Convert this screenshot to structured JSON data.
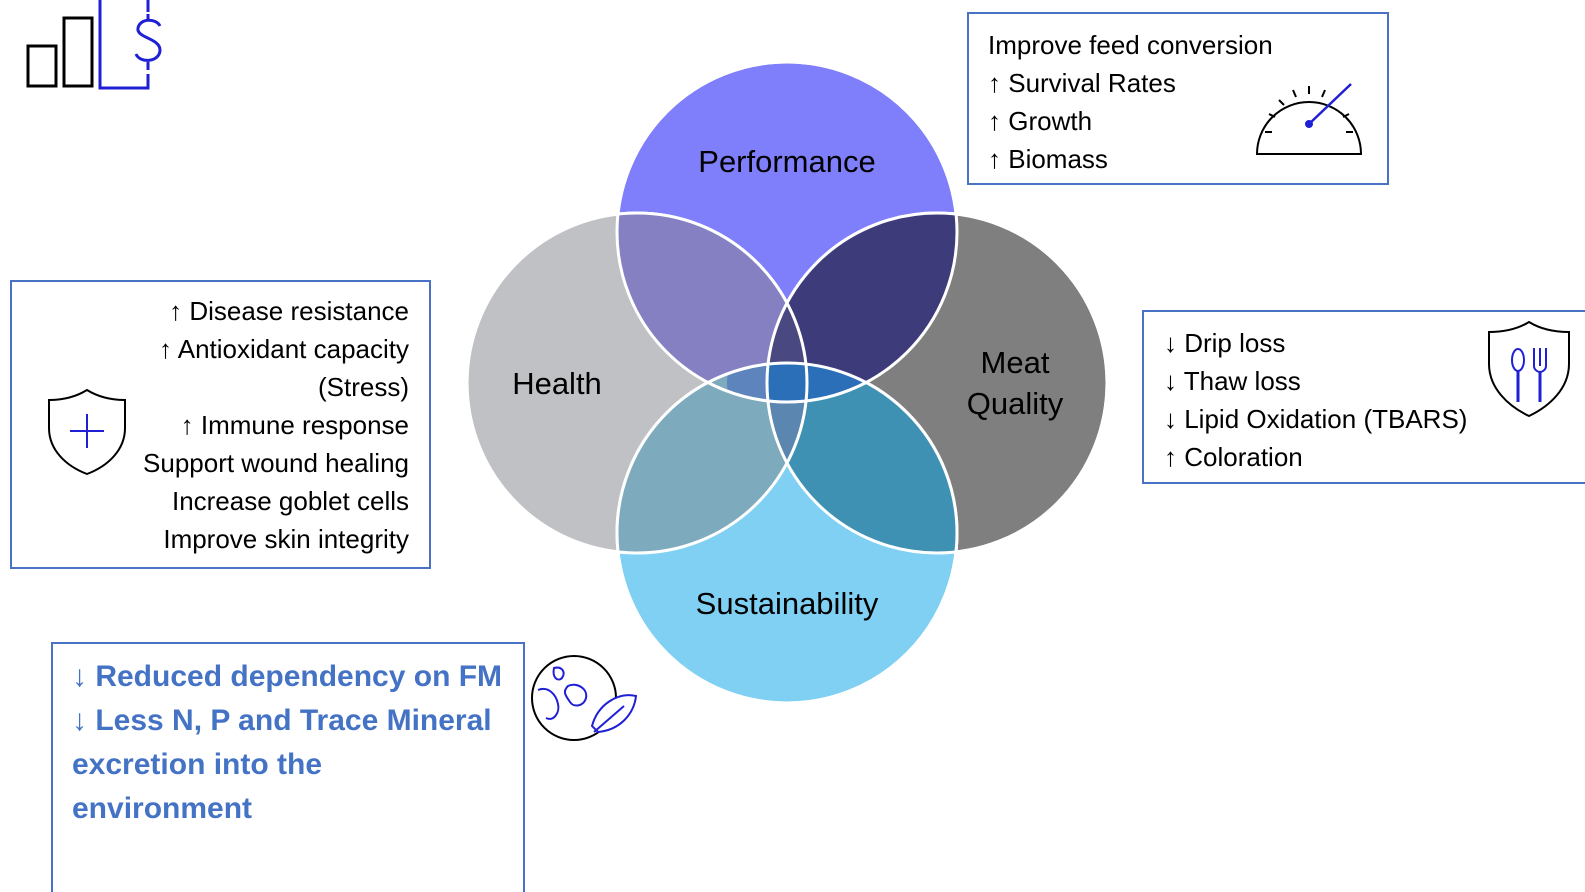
{
  "venn": {
    "performance": {
      "label": "Performance",
      "color": "#7f7ffc"
    },
    "health": {
      "label": "Health",
      "color": "#bfc1c4"
    },
    "meat_quality": {
      "label_line1": "Meat",
      "label_line2": "Quality",
      "color": "#7f7f7f"
    },
    "sustainability": {
      "label": "Sustainability",
      "color": "#7fd0f2"
    }
  },
  "performance_box": {
    "lines": [
      "Improve feed conversion",
      "↑ Survival Rates",
      "↑ Growth",
      "↑ Biomass"
    ],
    "icon": "speedometer-icon"
  },
  "health_box": {
    "lines": [
      "↑ Disease resistance",
      "↑ Antioxidant capacity",
      "(Stress)",
      "↑ Immune response",
      "Support wound healing",
      "Increase goblet cells",
      "Improve skin integrity"
    ],
    "icon": "shield-plus-icon"
  },
  "meat_quality_box": {
    "lines": [
      "↓ Drip loss",
      "↓ Thaw loss",
      "↓ Lipid Oxidation (TBARS)",
      "↑ Coloration"
    ],
    "icon": "shield-fork-spoon-icon"
  },
  "sustainability_box": {
    "line1": "↓ Reduced dependency on FM",
    "line2": "↓ Less N, P and Trace Mineral excretion into the environment",
    "icon": "globe-leaf-icon",
    "text_color": "#4472c4"
  },
  "logo": {
    "icon": "bar-chart-dollar-icon"
  },
  "colors": {
    "accent": "#4a72c4",
    "icon_blue": "#1f1fd6"
  }
}
